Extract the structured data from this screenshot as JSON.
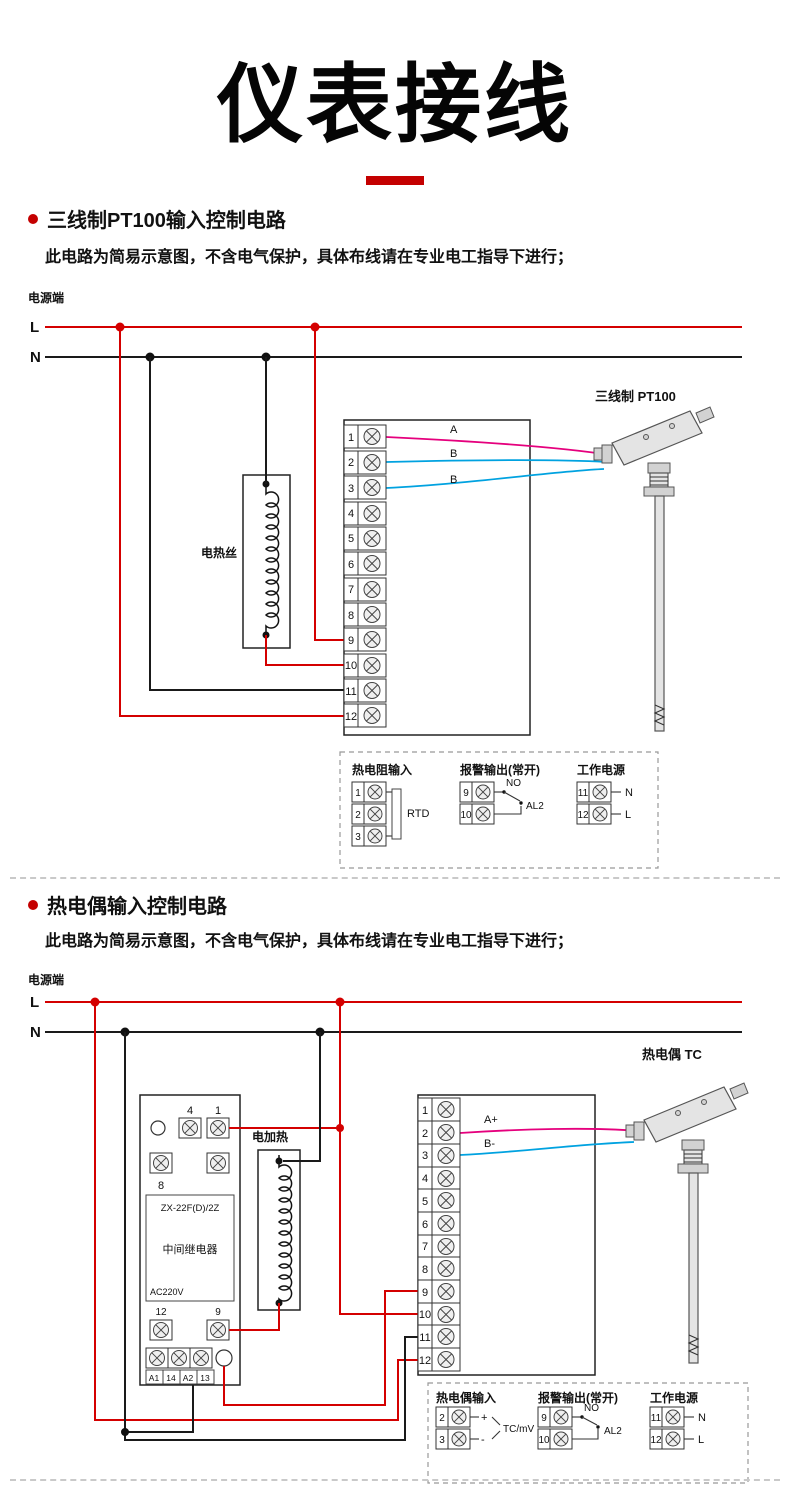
{
  "page": {
    "title": "仪表接线"
  },
  "sections": [
    {
      "heading": "三线制PT100输入控制电路",
      "note": "此电路为简易示意图，不含电气保护，具体布线请在专业电工指导下进行；",
      "power_label": "电源端",
      "line_l": "L",
      "line_n": "N",
      "heater_label": "电热丝",
      "sensor_label": "三线制 PT100",
      "wires": {
        "a": "A",
        "b1": "B",
        "b2": "B"
      },
      "terminals": [
        "1",
        "2",
        "3",
        "4",
        "5",
        "6",
        "7",
        "8",
        "9",
        "10",
        "11",
        "12"
      ],
      "legend": {
        "input_title": "热电阻输入",
        "input_terminals": [
          "1",
          "2",
          "3"
        ],
        "input_label": "RTD",
        "alarm_title": "报警输出(常开)",
        "alarm_terminals": [
          "9",
          "10"
        ],
        "alarm_no": "NO",
        "alarm_out": "AL2",
        "power_title": "工作电源",
        "power_terminals": [
          "11",
          "12"
        ],
        "power_n": "N",
        "power_l": "L"
      }
    },
    {
      "heading": "热电偶输入控制电路",
      "note": "此电路为简易示意图，不含电气保护，具体布线请在专业电工指导下进行；",
      "power_label": "电源端",
      "line_l": "L",
      "line_n": "N",
      "heater_label": "电加热",
      "sensor_label": "热电偶 TC",
      "wires": {
        "a": "A+",
        "b": "B-"
      },
      "relay": {
        "model": "ZX-22F(D)/2Z",
        "name": "中间继电器",
        "voltage": "AC220V",
        "top_nums": [
          "4",
          "1"
        ],
        "mid_num": "8",
        "low_nums": [
          "12",
          "9"
        ],
        "bottom_labels": [
          "A1",
          "14",
          "A2",
          "13"
        ]
      },
      "terminals": [
        "1",
        "2",
        "3",
        "4",
        "5",
        "6",
        "7",
        "8",
        "9",
        "10",
        "11",
        "12"
      ],
      "legend": {
        "input_title": "热电偶输入",
        "input_terminals": [
          "2",
          "3"
        ],
        "input_plus": "+",
        "input_minus": "-",
        "input_label": "TC/mV",
        "alarm_title": "报警输出(常开)",
        "alarm_terminals": [
          "9",
          "10"
        ],
        "alarm_no": "NO",
        "alarm_out": "AL2",
        "power_title": "工作电源",
        "power_terminals": [
          "11",
          "12"
        ],
        "power_n": "N",
        "power_l": "L"
      }
    }
  ],
  "colors": {
    "accent_red": "#c40000",
    "wire_red": "#d40000",
    "wire_magenta": "#e5007d",
    "wire_blue": "#00a2e0"
  }
}
